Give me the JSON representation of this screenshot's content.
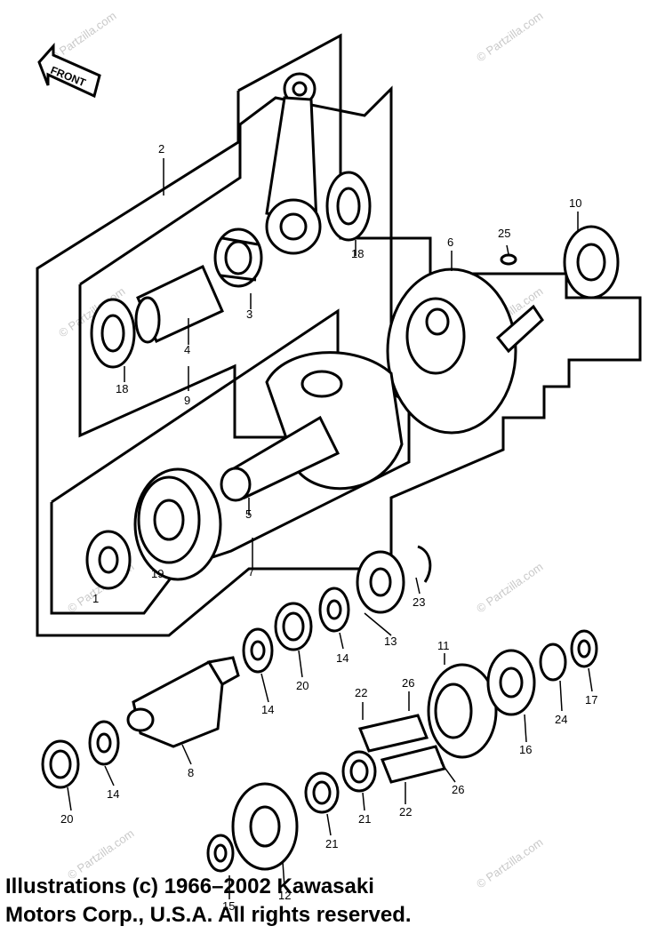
{
  "front_label": "FRONT",
  "watermark": "© Partzilla.com",
  "callouts": {
    "c2": "2",
    "c3": "3",
    "c4": "4",
    "c5": "5",
    "c6": "6",
    "c7": "7",
    "c8": "8",
    "c9": "9",
    "c10": "10",
    "c11": "11",
    "c12": "12",
    "c13": "13",
    "c14a": "14",
    "c14b": "14",
    "c14c": "14",
    "c15": "15",
    "c16": "16",
    "c17": "17",
    "c18a": "18",
    "c18b": "18",
    "c19": "19",
    "c1": "1",
    "c20a": "20",
    "c20b": "20",
    "c21a": "21",
    "c21b": "21",
    "c22a": "22",
    "c22b": "22",
    "c23": "23",
    "c24": "24",
    "c25": "25",
    "c26a": "26",
    "c26b": "26"
  },
  "copyright": {
    "line1": "Illustrations (c) 1966–2002 Kawasaki",
    "line2": "Motors Corp., U.S.A.  All rights reserved."
  }
}
